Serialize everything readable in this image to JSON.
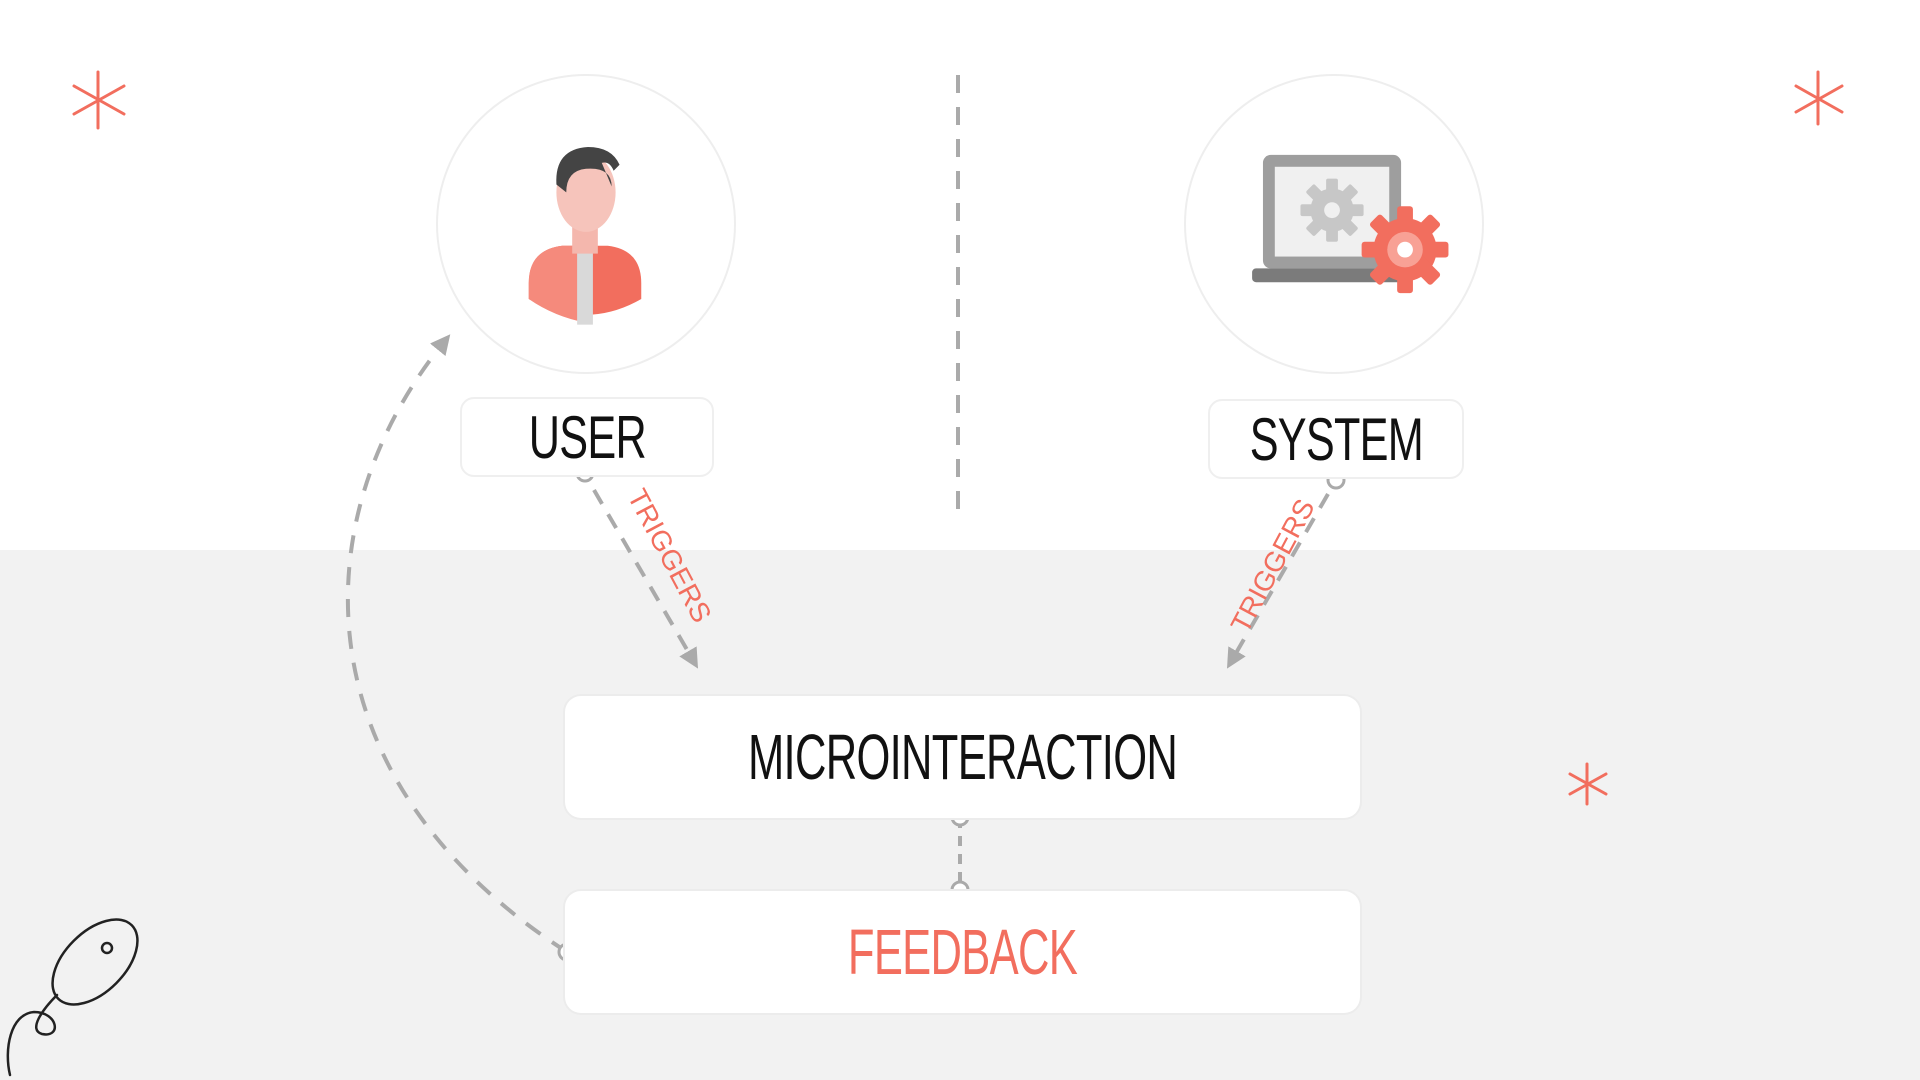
{
  "actors": {
    "user": {
      "label": "USER",
      "icon": "person-icon"
    },
    "system": {
      "label": "SYSTEM",
      "icon": "laptop-gear-icon"
    }
  },
  "edges": {
    "user_to_micro": "TRIGGERS",
    "system_to_micro": "TRIGGERS"
  },
  "flow": {
    "microinteraction": "MICROINTERACTION",
    "feedback": "FEEDBACK"
  },
  "decorations": [
    "asterisk-icon",
    "asterisk-icon",
    "asterisk-icon",
    "mouse-icon"
  ],
  "colors": {
    "accent": "#f26e5e",
    "dash": "#aaaaaa",
    "band": "#f2f2f2",
    "text": "#111111"
  }
}
